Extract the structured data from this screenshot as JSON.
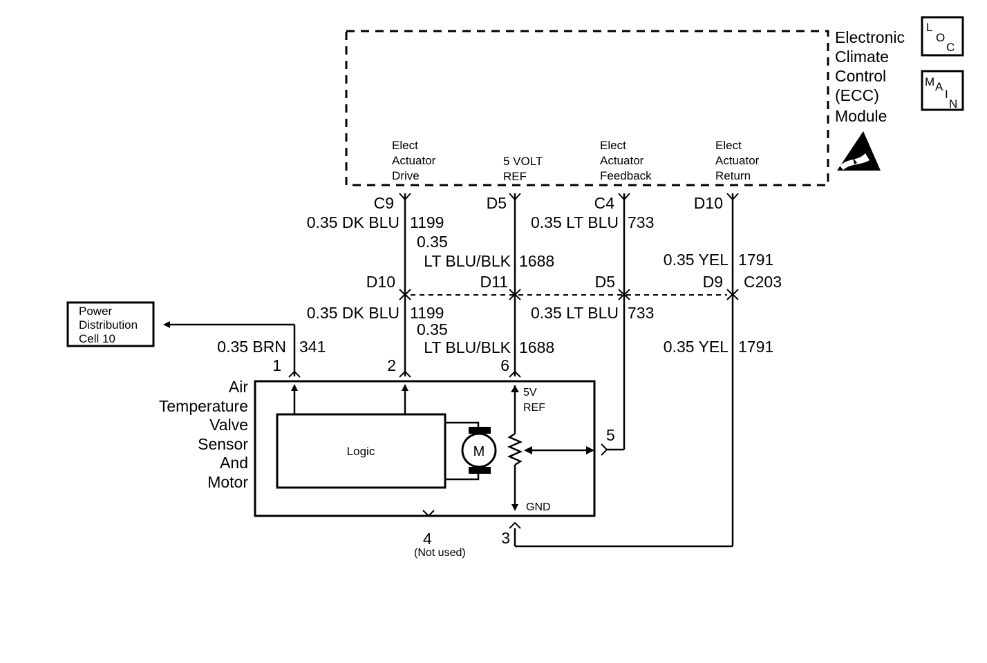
{
  "module": {
    "name_lines": [
      "Electronic",
      "Climate",
      "Control",
      "(ECC)",
      "Module"
    ],
    "pins": [
      {
        "label_lines": [
          "Elect",
          "Actuator",
          "Drive"
        ],
        "connector": "C9"
      },
      {
        "label_lines": [
          "5 VOLT",
          "REF"
        ],
        "connector": "D5"
      },
      {
        "label_lines": [
          "Elect",
          "Actuator",
          "Feedback"
        ],
        "connector": "C4"
      },
      {
        "label_lines": [
          "Elect",
          "Actuator",
          "Return"
        ],
        "connector": "D10"
      }
    ]
  },
  "icons": {
    "loc": {
      "letters": [
        "L",
        "O",
        "C"
      ]
    },
    "main": {
      "letters": [
        "M",
        "A",
        "I",
        "N"
      ]
    },
    "esd": "esd-warning-icon"
  },
  "upper_wires": {
    "w1": "0.35 DK BLU",
    "w1_num": "1199",
    "w2a": "0.35",
    "w2b": "LT BLU/BLK",
    "w2_num": "1688",
    "w3": "0.35 LT BLU",
    "w3_num": "733",
    "w4": "0.35 YEL",
    "w4_num": "1791"
  },
  "inline_connector": {
    "pins": [
      "D10",
      "D11",
      "D5",
      "D9"
    ],
    "name": "C203"
  },
  "lower_wires": {
    "w1": "0.35 DK BLU",
    "w1_num": "1199",
    "w2a": "0.35",
    "w2b": "LT BLU/BLK",
    "w2_num": "1688",
    "w3": "0.35 LT BLU",
    "w3_num": "733",
    "w4": "0.35 YEL",
    "w4_num": "1791",
    "w5": "0.35 BRN",
    "w5_num": "341"
  },
  "power": {
    "lines": [
      "Power",
      "Distribution",
      "Cell 10"
    ]
  },
  "component": {
    "name_lines": [
      "Air",
      "Temperature",
      "Valve",
      "Sensor",
      "And",
      "Motor"
    ],
    "logic": "Logic",
    "motor": "M",
    "ref_lines": [
      "5V",
      "REF"
    ],
    "gnd": "GND",
    "pins": {
      "p1": "1",
      "p2": "2",
      "p6": "6",
      "p5": "5",
      "p4": "4",
      "p3": "3"
    },
    "not_used": "(Not used)"
  }
}
